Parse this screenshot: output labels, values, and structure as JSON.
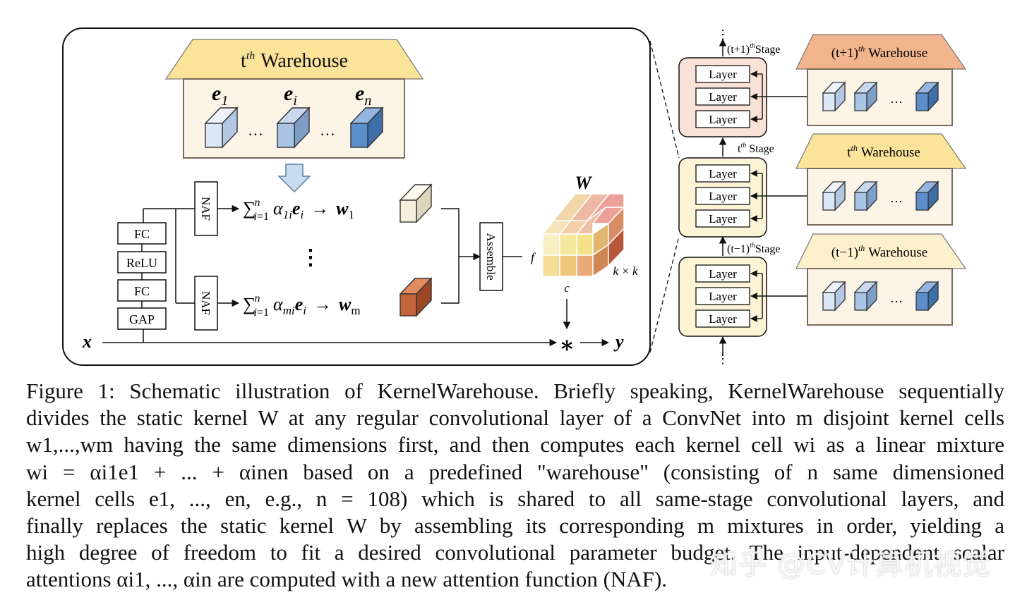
{
  "figure": {
    "left_panel": {
      "warehouse_title": "t",
      "warehouse_sup": "th",
      "warehouse_word": "Warehouse",
      "cells": [
        "e",
        "e",
        "e"
      ],
      "cell_subs": [
        "1",
        "i",
        "n"
      ],
      "ellipsis": "…",
      "layers": [
        "FC",
        "ReLU",
        "FC",
        "GAP"
      ],
      "naf": "NAF",
      "sum_top": {
        "alpha_sub": "1i",
        "w_sub": "1"
      },
      "sum_bottom": {
        "alpha_sub": "mi",
        "w_sub": "m"
      },
      "vdots": "⋮",
      "assemble": "Assemble",
      "W": "W",
      "f": "f",
      "c": "c",
      "kxk": "k × k",
      "x": "x",
      "y": "y",
      "star": "∗"
    },
    "right_panel": {
      "stages": [
        {
          "label_pre": "(t+1)",
          "label_sup": "th",
          "label_post": "Stage",
          "warehouse_pre": "(t+1)",
          "warehouse_sup": "th",
          "warehouse_word": "Warehouse",
          "roof": "#f2b48c",
          "body_border": "#a37d5a"
        },
        {
          "label_pre": "t",
          "label_sup": "th",
          "label_post": " Stage",
          "warehouse_pre": "t",
          "warehouse_sup": "th",
          "warehouse_word": "Warehouse",
          "roof": "#fbe39a",
          "body_border": "#a37d5a"
        },
        {
          "label_pre": "(t−1)",
          "label_sup": "th",
          "label_post": "Stage",
          "warehouse_pre": "(t−1)",
          "warehouse_sup": "th",
          "warehouse_word": "Warehouse",
          "roof": "#fdf0cd",
          "body_border": "#a37d5a"
        }
      ],
      "layer_label": "Layer"
    },
    "colors": {
      "roof_main": "#fbe39a",
      "box_bg": "#fdf4e8",
      "stage_top_bg": "#fbe2d6",
      "stage_bg": "#fdf4d6",
      "cube_light": "#dce8f6",
      "cube_mid": "#a9c4e4",
      "cube_dark": "#5b8fcb",
      "w_top_color": "#f4efdc",
      "w_bottom_color": "#c5633a"
    }
  },
  "caption": {
    "lines": [
      "Figure 1: Schematic illustration of KernelWarehouse. Briefly speaking, KernelWarehouse sequentially",
      "divides the static kernel W at any regular convolutional layer of a ConvNet into m disjoint kernel cells",
      "w1,...,wm having the same dimensions first, and then computes each kernel cell wi as a linear mixture",
      "wi = αi1e1 + ... + αinen based on a predefined \"warehouse\" (consisting of n same dimensioned",
      "kernel cells e1, ..., en, e.g., n = 108) which is shared to all same-stage convolutional layers, and",
      "finally replaces the static kernel W by assembling its corresponding m mixtures in order, yielding a",
      "high degree of freedom to fit a desired convolutional parameter budget. The input-dependent scalar",
      "attentions αi1, ..., αin are computed with a new attention function (NAF)."
    ]
  },
  "watermark": "知乎 @CV计算机视觉"
}
